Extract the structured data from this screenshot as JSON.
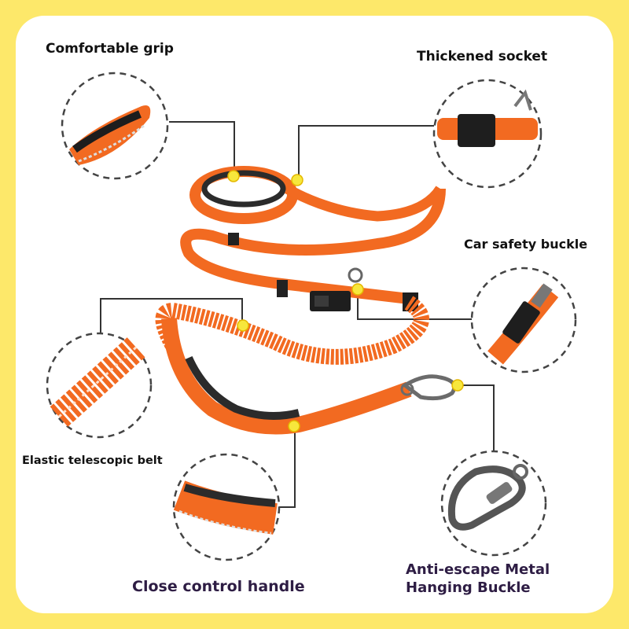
{
  "labels": {
    "grip": "Comfortable grip",
    "socket": "Thickened socket",
    "car_buckle": "Car safety buckle",
    "elastic": "Elastic telescopic belt",
    "handle": "Close control handle",
    "anti_escape_line1": "Anti-escape Metal",
    "anti_escape_line2": "Hanging Buckle"
  },
  "colors": {
    "background": "#fde86a",
    "card": "#ffffff",
    "leash_orange": "#f26a21",
    "leash_dark": "#2b2b2b",
    "marker": "#f7e73c",
    "heading_dark": "#2e1d44"
  }
}
